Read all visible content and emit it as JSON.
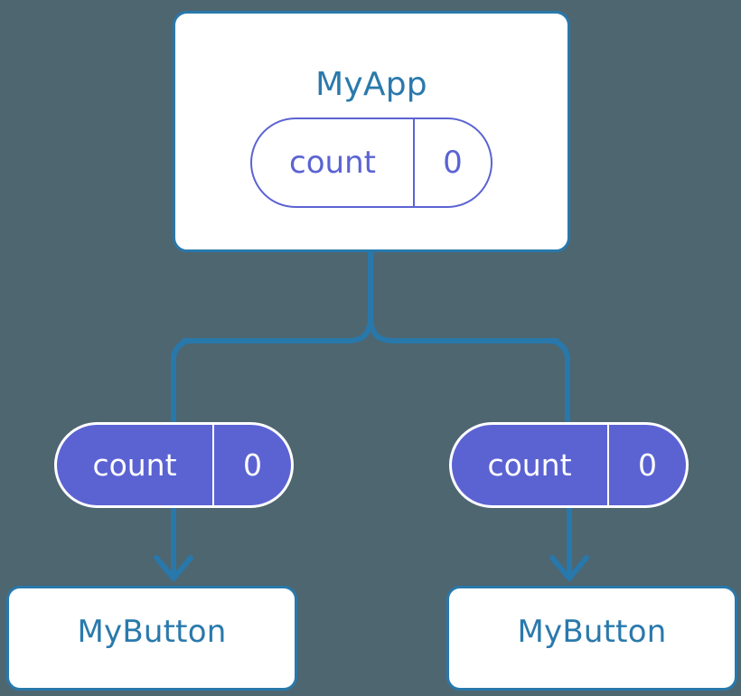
{
  "diagram": {
    "type": "component-state-tree",
    "background_color": "#4e6670",
    "edge_color": "#2878ab",
    "accent_color": "#5b63d3",
    "component_text_color": "#2a79ac",
    "root": {
      "name": "MyApp",
      "state": {
        "key": "count",
        "value": "0"
      }
    },
    "children": [
      {
        "state": {
          "key": "count",
          "value": "0"
        },
        "component": {
          "name": "MyButton"
        }
      },
      {
        "state": {
          "key": "count",
          "value": "0"
        },
        "component": {
          "name": "MyButton"
        }
      }
    ]
  },
  "nodes": {
    "app": {
      "title": "MyApp",
      "pill_key": "count",
      "pill_value": "0"
    },
    "left": {
      "pill_key": "count",
      "pill_value": "0",
      "button_title": "MyButton"
    },
    "right": {
      "pill_key": "count",
      "pill_value": "0",
      "button_title": "MyButton"
    }
  }
}
